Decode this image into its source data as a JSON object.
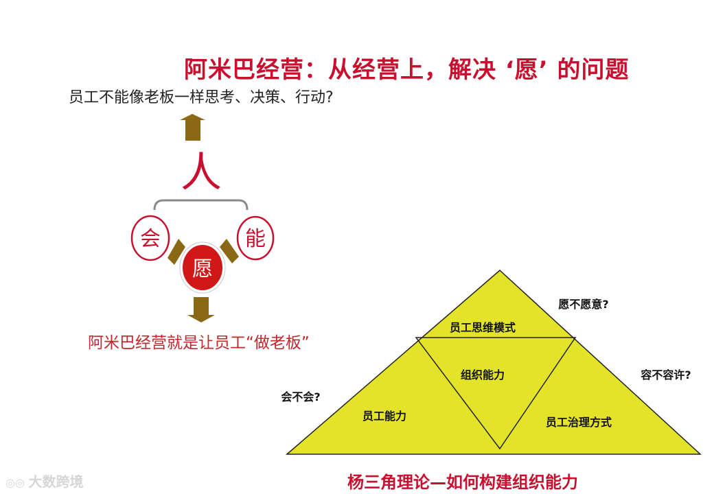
{
  "title": "阿米巴经营：从经营上，解决 ‘愿’ 的问题",
  "question_top": "员工不能像老板一样思考、决策、行动?",
  "person_char": "人",
  "circles": {
    "hui": "会",
    "neng": "能",
    "yuan": "愿"
  },
  "bottom_statement": "阿米巴经营就是让员工“做老板”",
  "triangle": {
    "top_label": "员工思维模式",
    "center_label": "组织能力",
    "left_label": "员工能力",
    "right_label": "员工治理方式",
    "q_yuan": "愿不愿意?",
    "q_rong": "容不容许?",
    "q_hui": "会不会?"
  },
  "caption": "杨三角理论—如何构建组织能力",
  "watermark": "大数跨境",
  "colors": {
    "title_red": "#c8102e",
    "arrow_brown": "#8b6914",
    "triangle_fill": "#e3e32a",
    "circle_red": "#d01818",
    "bracket_gray": "#8a8a8a"
  }
}
